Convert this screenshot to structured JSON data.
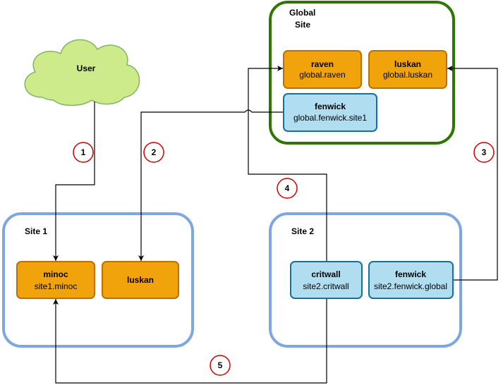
{
  "user": {
    "label": "User"
  },
  "groups": {
    "global": {
      "line1": "Global",
      "line2": "Site"
    },
    "site1": {
      "label": "Site 1"
    },
    "site2": {
      "label": "Site 2"
    }
  },
  "nodes": {
    "global_raven": {
      "title": "raven",
      "sub": "global.raven"
    },
    "global_luskan": {
      "title": "luskan",
      "sub": "global.luskan"
    },
    "global_fenwick": {
      "title": "fenwick",
      "sub": "global.fenwick.site1"
    },
    "site1_minoc": {
      "title": "minoc",
      "sub": "site1.minoc"
    },
    "site1_luskan": {
      "title": "luskan"
    },
    "site2_critwall": {
      "title": "critwall",
      "sub": "site2.critwall"
    },
    "site2_fenwick": {
      "title": "fenwick",
      "sub": "site2.fenwick.global"
    }
  },
  "steps": [
    "1",
    "2",
    "3",
    "4",
    "5"
  ],
  "colors": {
    "global_border": "#2d7600",
    "site_border": "#7ea6e0",
    "orange_fill": "#f0a30a",
    "orange_stroke": "#bd7000",
    "blue_fill": "#b1ddf0",
    "blue_stroke": "#10739e",
    "cloud_fill": "#cdeb8b",
    "cloud_stroke": "#82b366",
    "step_stroke": "#cc0000"
  }
}
